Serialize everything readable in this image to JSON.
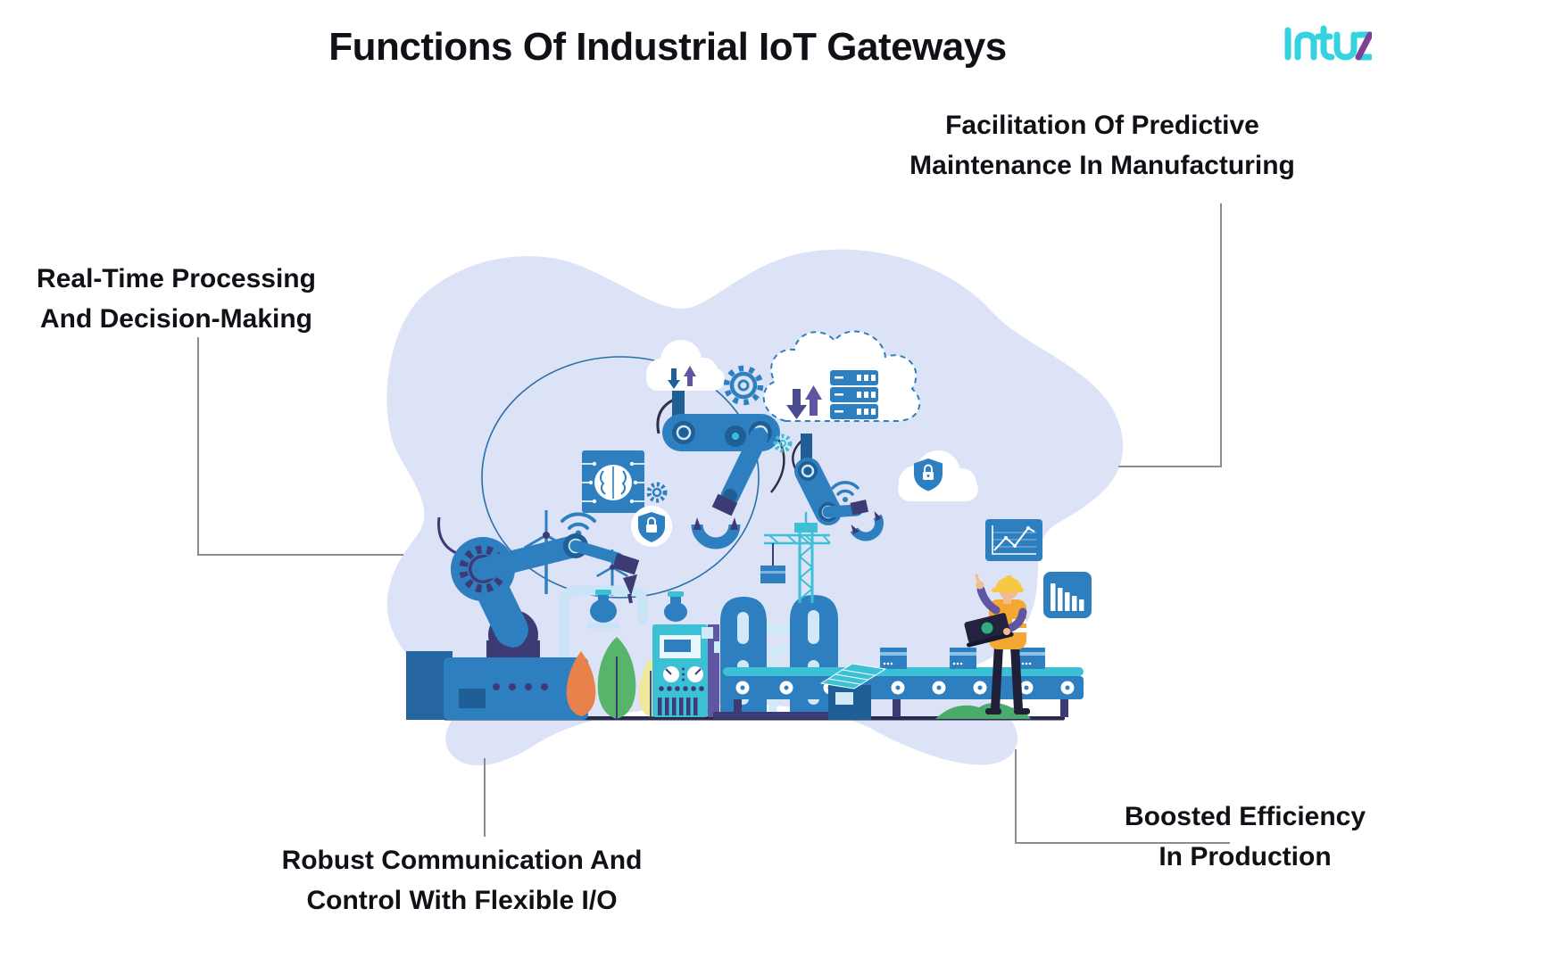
{
  "title": "Functions Of Industrial IoT Gateways",
  "logo": {
    "brand": "Intuz",
    "primary_color": "#35d3e0",
    "accent_color": "#7e3f98"
  },
  "labels": {
    "top_right": {
      "line1": "Facilitation Of Predictive",
      "line2": "Maintenance In Manufacturing"
    },
    "left": {
      "line1": "Real-Time Processing",
      "line2": "And Decision-Making"
    },
    "bottom_left": {
      "line1": "Robust Communication And",
      "line2": "Control With Flexible I/O"
    },
    "bottom_right": {
      "line1": "Boosted Efficiency",
      "line2": "In Production"
    }
  },
  "colors": {
    "background": "#ffffff",
    "blob": "#dde3f7",
    "primary_blue": "#2e7fc0",
    "dark_blue": "#1f5f95",
    "navy": "#3d3b75",
    "teal": "#3cc0d6",
    "light_pipe": "#c8e4f6",
    "purple": "#5f55a3",
    "connector_gray": "#8c8c8c",
    "text": "#101016",
    "tree_orange": "#e8824a",
    "tree_green": "#57b56a",
    "tree_yellow": "#efe79c",
    "vest_orange": "#f5a733",
    "hat_yellow": "#f6c945",
    "grass_green": "#4bab6d"
  },
  "illustration": {
    "scene": "smart-factory-iot",
    "elements": [
      "sync-cloud",
      "server-cloud",
      "security-cloud",
      "gear",
      "ai-brain-chip",
      "shield-lock-badge",
      "wifi-signal",
      "hanging-robot-arm-center",
      "hanging-robot-arm-right",
      "industrial-robot-arm",
      "wind-turbines",
      "trees",
      "control-panel-machine",
      "storage-tanks",
      "tower-crane",
      "conveyor-belt-with-boxes",
      "scanner-machine",
      "line-chart-panel",
      "bar-chart-panel",
      "engineer-with-laptop",
      "grass-mound"
    ]
  }
}
